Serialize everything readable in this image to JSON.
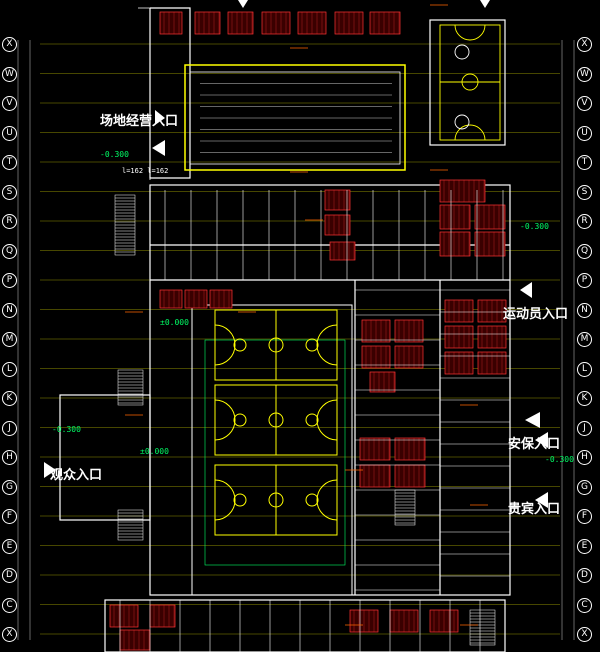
{
  "labels": {
    "venue_entrance": "场地经营入口",
    "athlete_entrance": "运动员入口",
    "security_entrance": "安保入口",
    "vip_entrance": "贵宾入口",
    "spectator_entrance": "观众入口"
  },
  "levels": {
    "upper_left": "-0.300",
    "upper_left_dims": "l=162  l=162",
    "upper_right": "-0.300",
    "mid_left": "±0.000",
    "west_hall": "-0.300",
    "west_hall_b": "±0.000",
    "east_mid": "-0.300"
  },
  "axes": {
    "rows": [
      "X",
      "W",
      "V",
      "U",
      "T",
      "S",
      "R",
      "Q",
      "P",
      "N",
      "M",
      "L",
      "K",
      "J",
      "H",
      "G",
      "F",
      "E",
      "D",
      "C",
      "X"
    ]
  },
  "colors": {
    "background": "#000000",
    "wall": "#ffffff",
    "grid": "#ffff00",
    "dimension": "#00ff66",
    "room_fill": "#c80000",
    "annotation": "#ff6600",
    "court": "#ffff00"
  }
}
